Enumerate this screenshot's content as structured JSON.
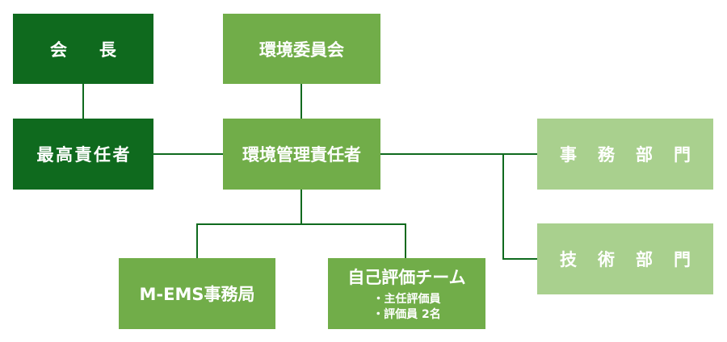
{
  "org_chart": {
    "chairman": "会　長",
    "top_manager": "最高責任者",
    "env_committee": "環境委員会",
    "env_manager": "環境管理責任者",
    "admin_dept": "事　務　部　門",
    "tech_dept": "技　術　部　門",
    "mems_office": "M-EMS事務局",
    "self_eval_team": {
      "title": "自己評価チーム",
      "members": [
        "・主任評価員",
        "・評価員 2名"
      ]
    }
  },
  "colors": {
    "dark_green": "#0f6a1e",
    "mid_green": "#71ad49",
    "light_green": "#a9d08e",
    "connector": "#0f6a1e"
  }
}
